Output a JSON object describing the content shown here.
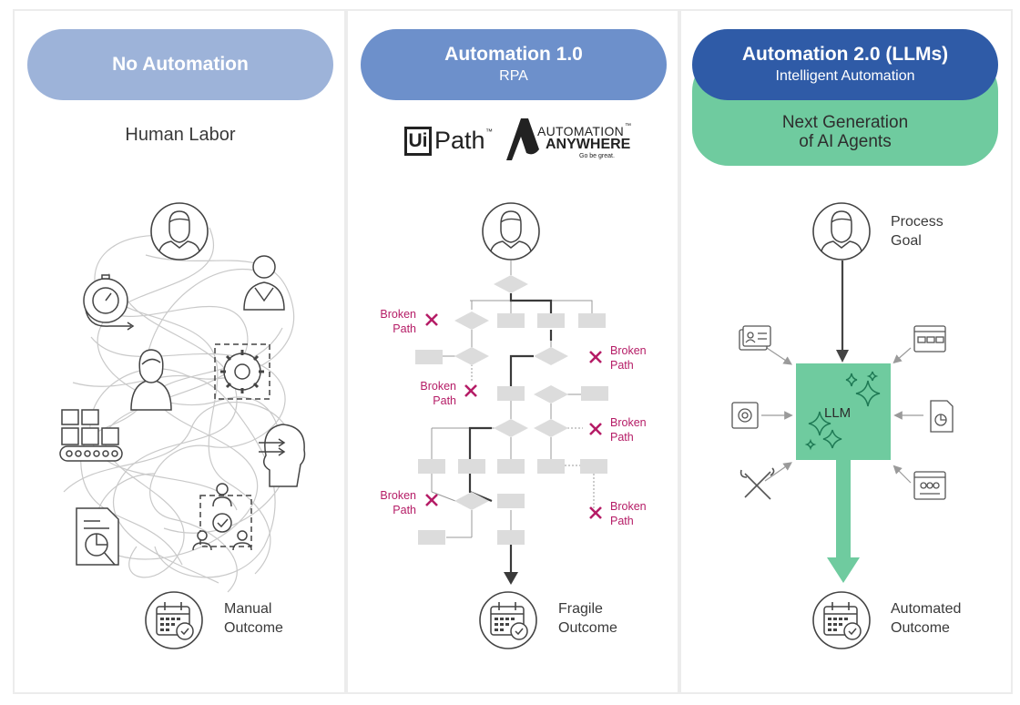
{
  "columns": [
    {
      "title": "No Automation",
      "subtitle": "",
      "description": "Human Labor",
      "outcome": "Manual\nOutcome",
      "pill_color": "#9db3d9"
    },
    {
      "title": "Automation 1.0",
      "subtitle": "RPA",
      "outcome": "Fragile\nOutcome",
      "pill_color": "#6d90cb",
      "logos": {
        "uipath_box": "Ui",
        "uipath_text": "Path",
        "uipath_tm": "™",
        "aa_line1": "AUTOMATION",
        "aa_line2": "ANYWHERE",
        "aa_tagline": "Go be great.",
        "aa_tm": "™"
      },
      "broken_label": "Broken\nPath"
    },
    {
      "title": "Automation 2.0 (LLMs)",
      "subtitle": "Intelligent Automation",
      "badge": "Next Generation\nof AI Agents",
      "goal": "Process\nGoal",
      "core": "LLM",
      "outcome": "Automated\nOutcome",
      "pill_color": "#2f5ba7",
      "badge_color": "#6fcb9f"
    }
  ],
  "icons": {
    "person": "person-icon",
    "calendar": "calendar-check-icon",
    "broken": "x-mark-icon"
  },
  "colors": {
    "line": "#444444",
    "box": "#dcdcdc",
    "broken": "#b51c66",
    "green": "#6fcb9f",
    "green_dark": "#1f9a6a"
  }
}
